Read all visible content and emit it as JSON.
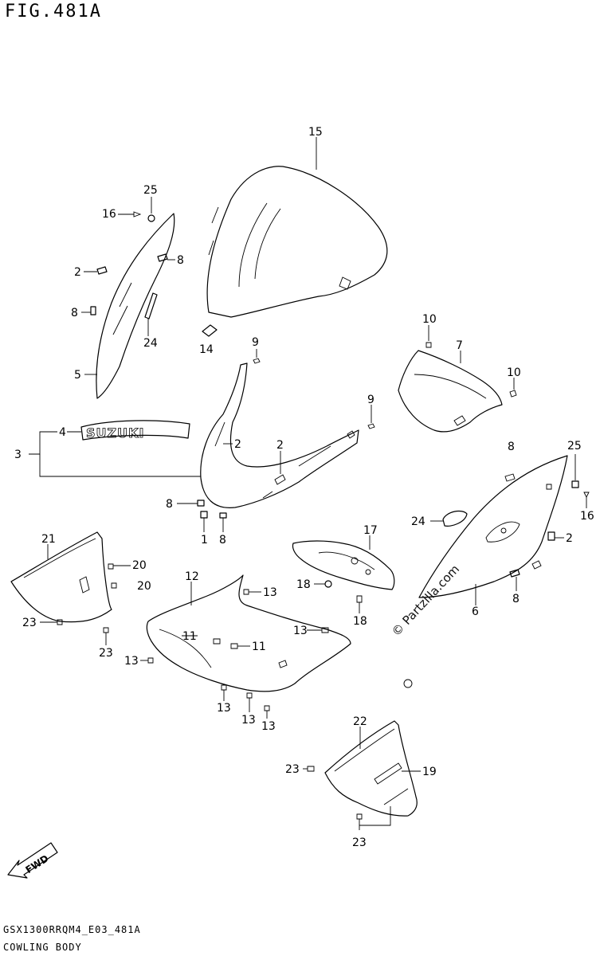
{
  "title": "FIG.481A",
  "footer_code": "GSX1300RRQM4_E03_481A",
  "footer_name": "COWLING BODY",
  "watermark": "© Partzilla.com",
  "fwd_label": "FWD",
  "logo_text": "SUZUKI",
  "callouts": [
    "1",
    "2",
    "3",
    "4",
    "5",
    "6",
    "7",
    "8",
    "9",
    "10",
    "11",
    "12",
    "13",
    "14",
    "15",
    "16",
    "17",
    "18",
    "19",
    "20",
    "21",
    "22",
    "23",
    "24",
    "25"
  ]
}
